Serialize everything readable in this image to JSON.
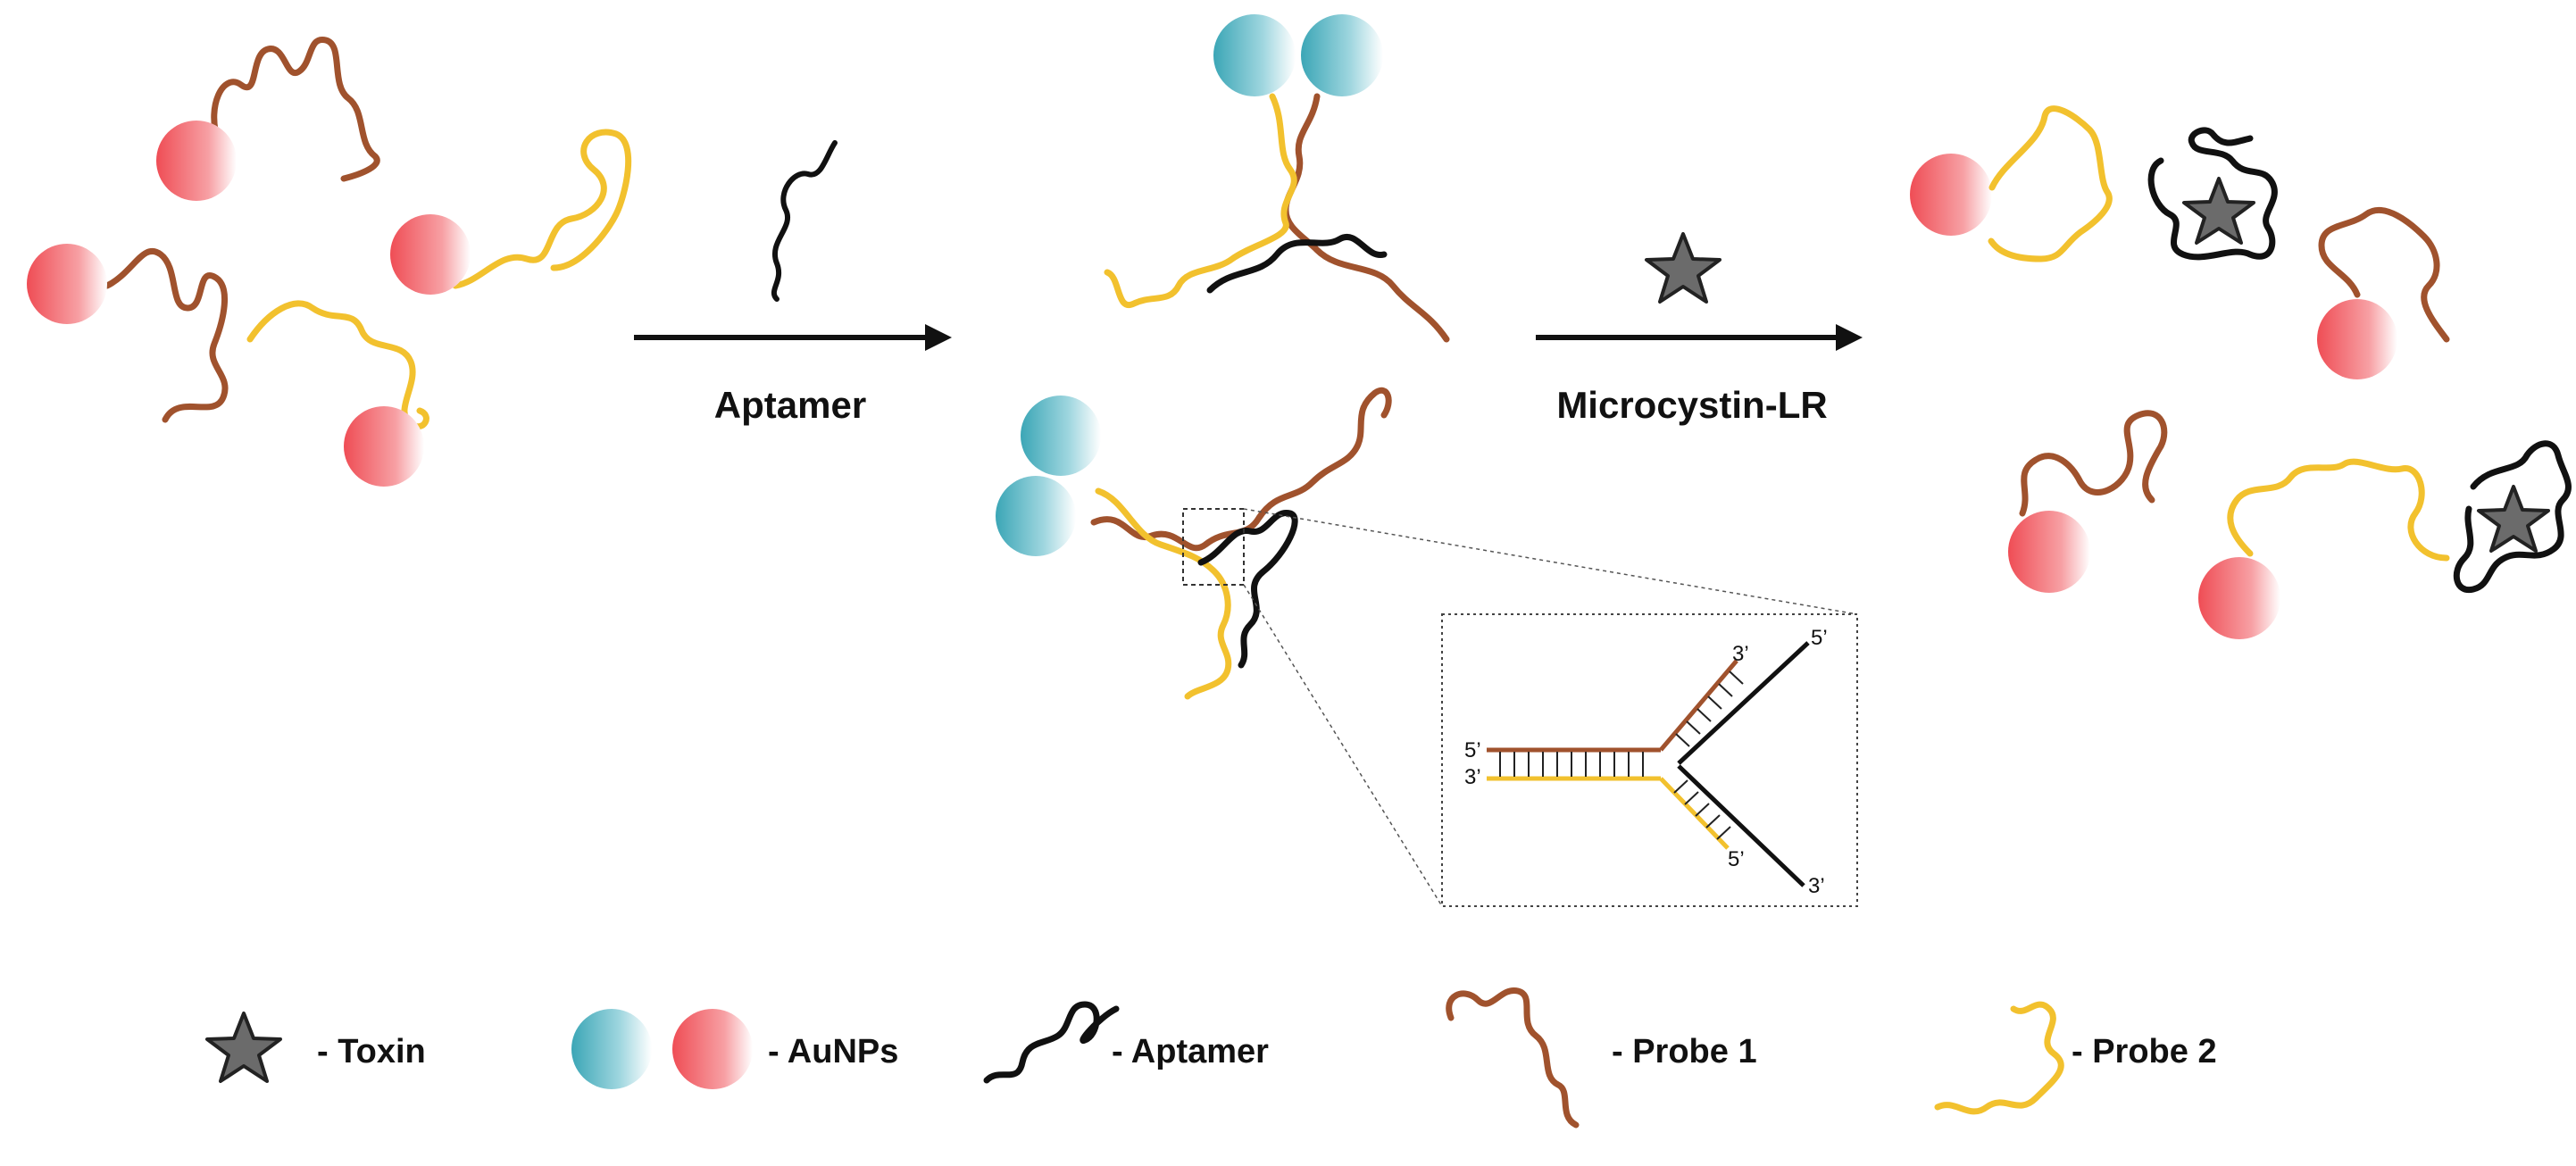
{
  "labels": {
    "aptamer_arrow": "Aptamer",
    "microcystin_arrow": "Microcystin-LR"
  },
  "inset": {
    "left_top": "5’",
    "left_bottom": "3’",
    "upper_probe_end": "3’",
    "upper_aptamer_end": "5’",
    "lower_probe_end": "5’",
    "lower_aptamer_end": "3’"
  },
  "legend": {
    "toxin": "- Toxin",
    "aunps": "- AuNPs",
    "aptamer": "- Aptamer",
    "probe1": "- Probe 1",
    "probe2": "- Probe 2"
  },
  "colors": {
    "probe1": "#a0522d",
    "probe2": "#f2c12e",
    "aptamer": "#111111",
    "aunp_dispersed": "#f0585f",
    "aunp_aggregated": "#3aa8b8",
    "toxin": "#6b6b6b"
  }
}
